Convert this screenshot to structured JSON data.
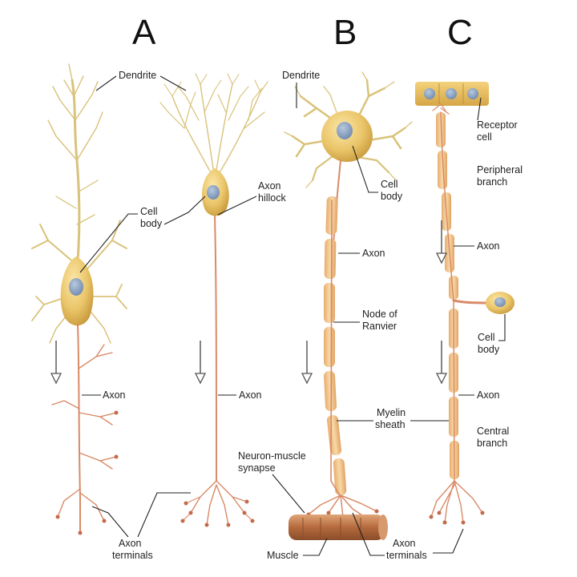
{
  "panels": [
    "A",
    "B",
    "C"
  ],
  "labels": {
    "a_dendrite": "Dendrite",
    "a_cell_body_1": "Cell",
    "a_cell_body_2": "body",
    "a_axon_hillock_1": "Axon",
    "a_axon_hillock_2": "hillock",
    "a_axon_left": "Axon",
    "a_axon_right": "Axon",
    "a_axon_terminals_1": "Axon",
    "a_axon_terminals_2": "terminals",
    "b_dendrite": "Dendrite",
    "b_cell_body_1": "Cell",
    "b_cell_body_2": "body",
    "b_axon": "Axon",
    "b_node_1": "Node of",
    "b_node_2": "Ranvier",
    "b_myelin_1": "Myelin",
    "b_myelin_2": "sheath",
    "b_synapse_1": "Neuron-muscle",
    "b_synapse_2": "synapse",
    "b_muscle": "Muscle",
    "b_axon_terminals_1": "Axon",
    "b_axon_terminals_2": "terminals",
    "c_receptor_1": "Receptor",
    "c_receptor_2": "cell",
    "c_peripheral_1": "Peripheral",
    "c_peripheral_2": "branch",
    "c_axon_top": "Axon",
    "c_cell_body_1": "Cell",
    "c_cell_body_2": "body",
    "c_axon_bottom": "Axon",
    "c_central_1": "Central",
    "c_central_2": "branch"
  },
  "colors": {
    "dendrite": "#e2cf8e",
    "soma": "#e9c66a",
    "nucleus": "#8fa6c6",
    "axon": "#d98a68",
    "myelin": "#f0c089",
    "muscle": "#c0794a",
    "arrow": "#666666"
  }
}
